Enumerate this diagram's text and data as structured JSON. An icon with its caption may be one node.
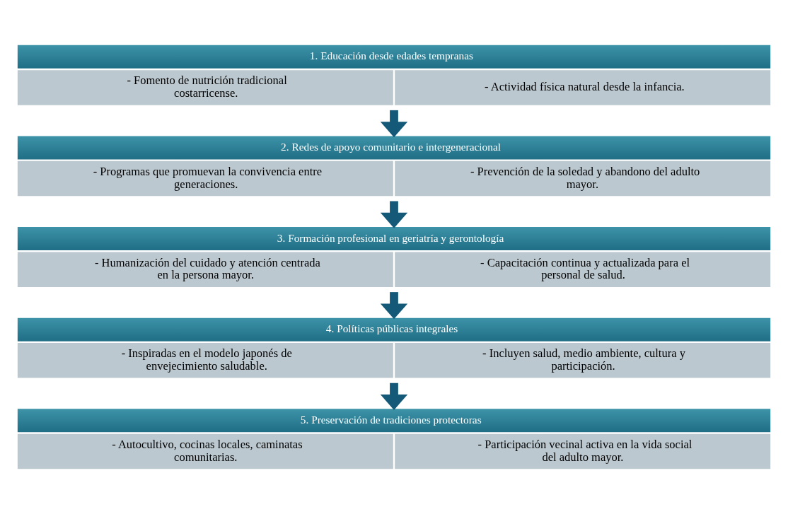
{
  "diagram": {
    "nodes": [
      {
        "text": [
          "1. Educación desde edades tempranas",
          "- Fomento de nutrición tradicional costarricense.",
          "- Actividad física natural desde la infancia."
        ]
      },
      {
        "text": [
          "2. Redes de apoyo comunitario e intergeneracional",
          "- Programas que promuevan la convivencia entre generaciones.",
          "- Prevención de la soledad y abandono del adulto mayor."
        ]
      },
      {
        "text": [
          "3. Formación profesional en geriatría y gerontología",
          "- Humanización del cuidado y atención centrada en la persona mayor.",
          "- Capacitación continua y actualizada para el personal de salud."
        ]
      },
      {
        "text": [
          "4. Políticas públicas integrales",
          "- Inspiradas en el modelo japonés de envejecimiento saludable.",
          "- Incluyen salud, medio ambiente, cultura y participación."
        ]
      },
      {
        "text": [
          "5. Preservación de tradiciones protectoras",
          "- Autocultivo, cocinas locales, caminatas comunitarias.",
          "- Participación vecinal activa en la vida social del adulto mayor."
        ]
      }
    ],
    "edges": [
      {
        "from": 0,
        "to": 1,
        "arrow": "to"
      },
      {
        "from": 1,
        "to": 2,
        "arrow": "to"
      },
      {
        "from": 2,
        "to": 3,
        "arrow": "to"
      },
      {
        "from": 3,
        "to": 4,
        "arrow": "to"
      }
    ]
  }
}
